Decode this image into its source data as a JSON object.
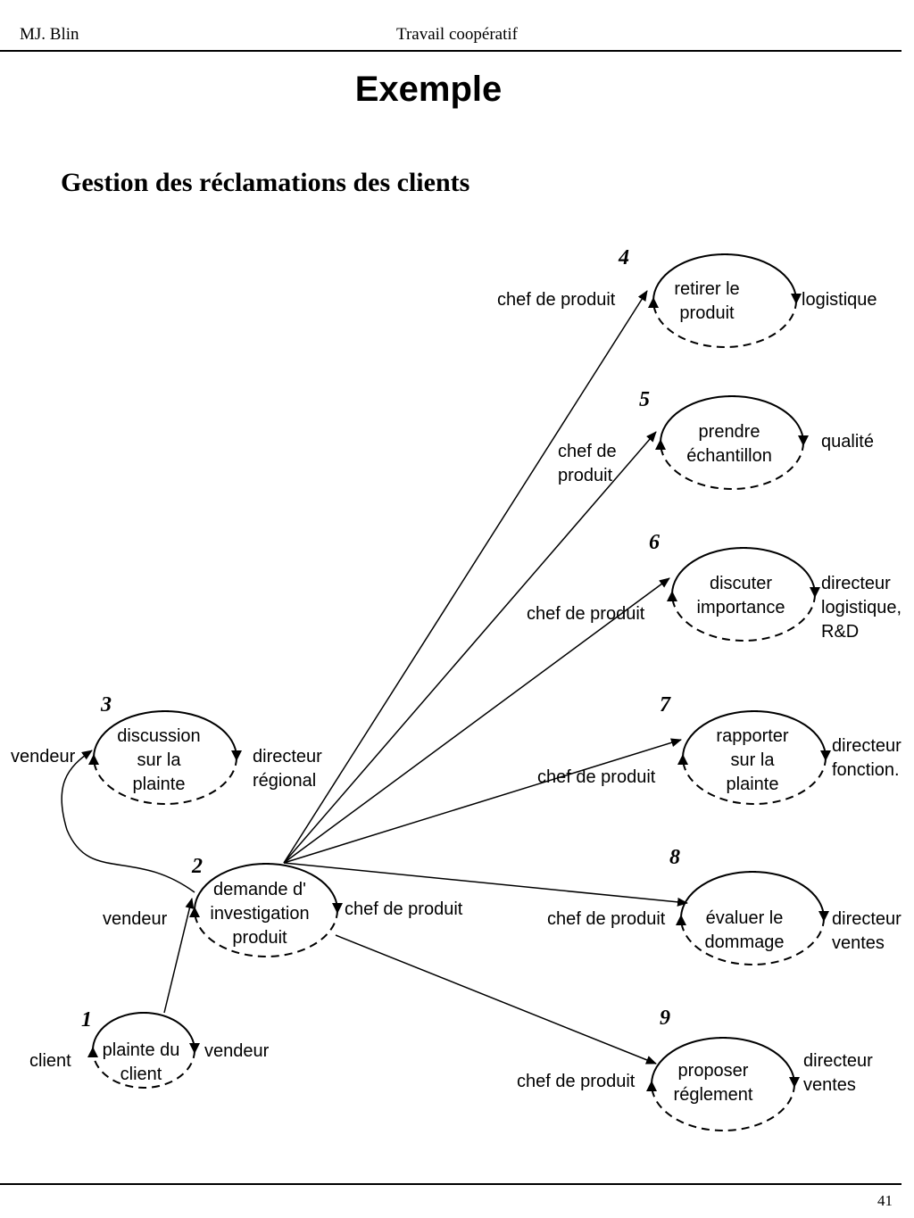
{
  "header": {
    "author": "MJ. Blin",
    "course": "Travail coopératif"
  },
  "title": "Exemple",
  "subtitle": "Gestion des réclamations des clients",
  "page_number": "41",
  "diagram": {
    "nodes": [
      {
        "id": "1",
        "number": "1",
        "lines": [
          "plainte du",
          "client"
        ],
        "left_role": [
          "client"
        ],
        "right_role": [
          "vendeur"
        ]
      },
      {
        "id": "2",
        "number": "2",
        "lines": [
          "demande d'",
          "investigation",
          "produit"
        ],
        "left_role": [
          "vendeur"
        ],
        "right_role": [
          "chef de produit"
        ]
      },
      {
        "id": "3",
        "number": "3",
        "lines": [
          "discussion",
          "sur la",
          "plainte"
        ],
        "left_role": [
          "vendeur"
        ],
        "right_role": [
          "directeur",
          "régional"
        ]
      },
      {
        "id": "4",
        "number": "4",
        "lines": [
          "retirer le",
          "produit"
        ],
        "left_role": [
          "chef de produit"
        ],
        "right_role": [
          "logistique"
        ]
      },
      {
        "id": "5",
        "number": "5",
        "lines": [
          "prendre",
          "échantillon"
        ],
        "left_role": [
          "chef de",
          "produit"
        ],
        "right_role": [
          "qualité"
        ]
      },
      {
        "id": "6",
        "number": "6",
        "lines": [
          "discuter",
          "importance"
        ],
        "left_role": [
          "chef de produit"
        ],
        "right_role": [
          "directeur",
          "logistique,",
          "R&D"
        ]
      },
      {
        "id": "7",
        "number": "7",
        "lines": [
          "rapporter",
          "sur la",
          "plainte"
        ],
        "left_role": [
          "chef de produit"
        ],
        "right_role": [
          "directeur",
          "fonction."
        ]
      },
      {
        "id": "8",
        "number": "8",
        "lines": [
          "évaluer le",
          "dommage"
        ],
        "left_role": [
          "chef de produit"
        ],
        "right_role": [
          "directeur",
          "ventes"
        ]
      },
      {
        "id": "9",
        "number": "9",
        "lines": [
          "proposer",
          "réglement"
        ],
        "left_role": [
          "chef de produit"
        ],
        "right_role": [
          "directeur",
          "ventes"
        ]
      }
    ],
    "links": [
      {
        "from": "1",
        "to": "2"
      },
      {
        "from": "2",
        "to": "3"
      },
      {
        "from": "2",
        "to": "4"
      },
      {
        "from": "2",
        "to": "5"
      },
      {
        "from": "2",
        "to": "6"
      },
      {
        "from": "2",
        "to": "7"
      },
      {
        "from": "2",
        "to": "8"
      },
      {
        "from": "2",
        "to": "9"
      }
    ]
  }
}
